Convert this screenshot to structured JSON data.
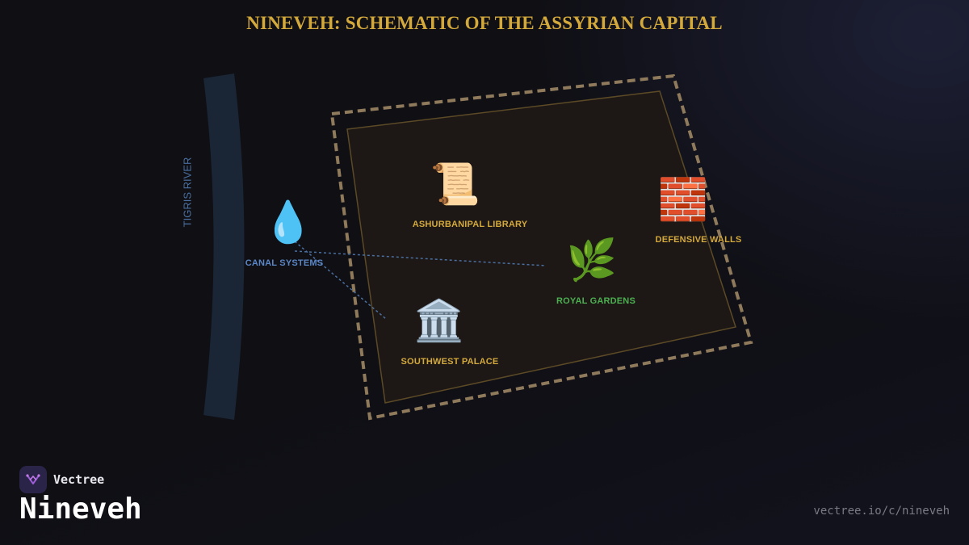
{
  "title": "NINEVEH: SCHEMATIC OF THE ASSYRIAN CAPITAL",
  "river": {
    "label": "TIGRIS RIVER"
  },
  "landmarks": [
    {
      "id": "library",
      "icon": "📜",
      "icon_name": "scroll-icon",
      "label": "ASHURBANIPAL LIBRARY",
      "color": "#d4a93c"
    },
    {
      "id": "walls",
      "icon": "🧱",
      "icon_name": "brick-wall-icon",
      "label": "DEFENSIVE WALLS",
      "color": "#d4a93c"
    },
    {
      "id": "canals",
      "icon": "💧",
      "icon_name": "water-drop-icon",
      "label": "CANAL SYSTEMS",
      "color": "#5b87c7"
    },
    {
      "id": "gardens",
      "icon": "🌿",
      "icon_name": "herb-icon",
      "label": "ROYAL GARDENS",
      "color": "#4caf50"
    },
    {
      "id": "palace",
      "icon": "🏛️",
      "icon_name": "classical-building-icon",
      "label": "SOUTHWEST PALACE",
      "color": "#d4a93c"
    }
  ],
  "colors": {
    "title": "#d4a93c",
    "wall_dash": "#8f7a5c",
    "city_fill": "#1d1816",
    "river": "#1a2535",
    "canal": "#4a6fa0"
  },
  "brand": {
    "name": "Vectree"
  },
  "page_name": "Nineveh",
  "url": "vectree.io/c/nineveh"
}
